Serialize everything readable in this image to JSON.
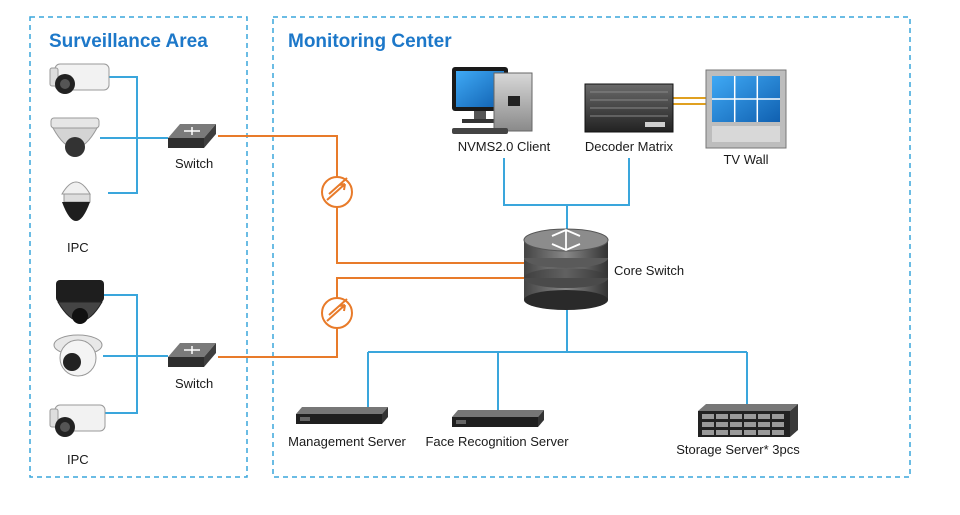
{
  "areas": {
    "surveillance": {
      "title": "Surveillance Area"
    },
    "monitoring": {
      "title": "Monitoring Center"
    }
  },
  "devices": {
    "switch_top": "Switch",
    "switch_bottom": "Switch",
    "ipc_top": "IPC",
    "ipc_bottom": "IPC",
    "nvms_client": "NVMS2.0 Client",
    "decoder_matrix": "Decoder Matrix",
    "tv_wall": "TV Wall",
    "core_switch": "Core Switch",
    "management_server": "Management Server",
    "face_recognition_server": "Face Recognition Server",
    "storage_server": "Storage Server* 3pcs"
  },
  "colors": {
    "area_border": "#3aa6dc",
    "title": "#1d78c9",
    "lan_line": "#3aa6dc",
    "wan_line": "#e87b2a",
    "video_line": "#e0a020"
  }
}
